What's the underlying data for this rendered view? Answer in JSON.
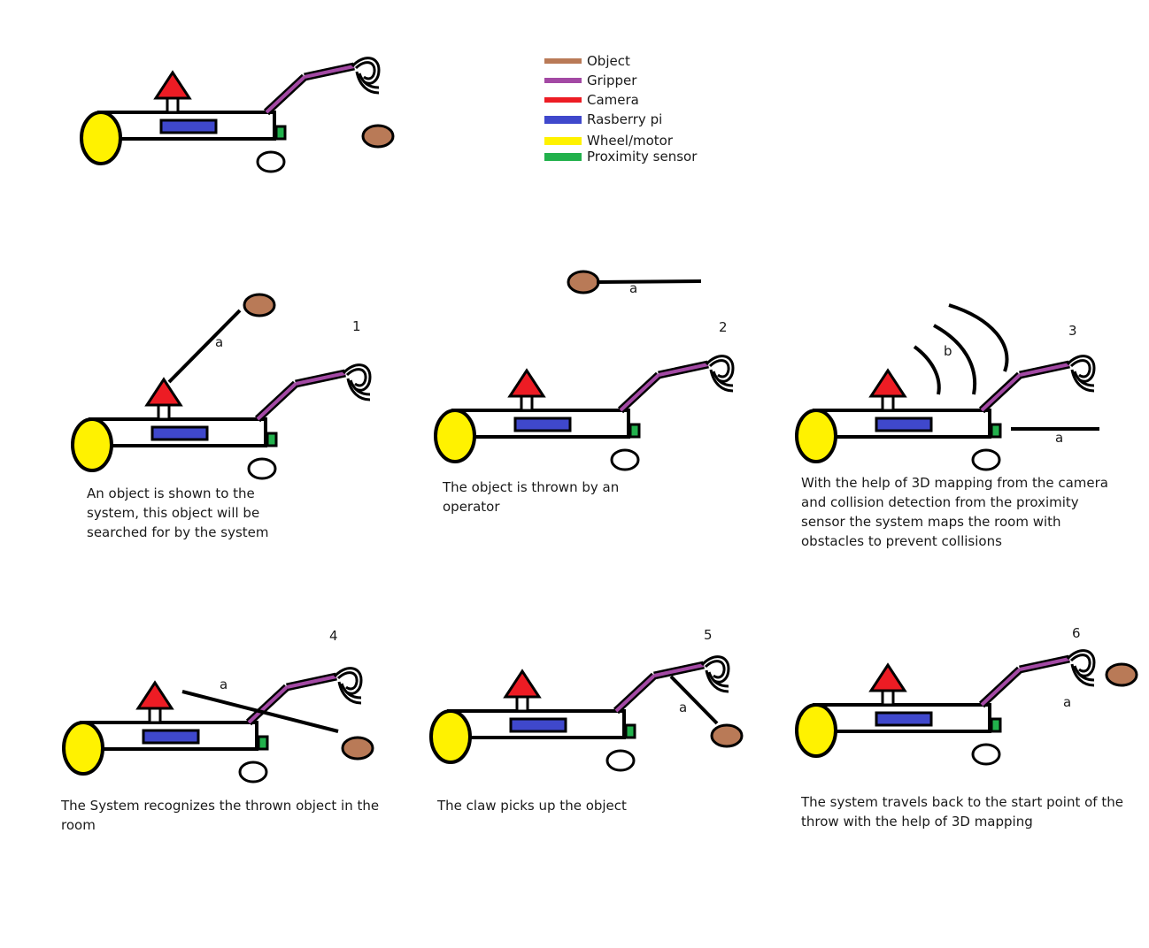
{
  "legend": [
    {
      "label": "Object",
      "color": "#b97a57"
    },
    {
      "label": "Gripper",
      "color": "#a349a4"
    },
    {
      "label": "Camera",
      "color": "#ed1c24"
    },
    {
      "label": "Rasberry pi",
      "color": "#3f48cc"
    },
    {
      "label": "Wheel/motor",
      "color": "#fff200"
    },
    {
      "label": "Proximity sensor",
      "color": "#22b14c"
    }
  ],
  "labels": {
    "a": "a",
    "b": "b"
  },
  "steps": [
    {
      "number": "1",
      "caption_lines": [
        "An object is shown to the",
        "system, this object will be",
        "searched for by the system"
      ]
    },
    {
      "number": "2",
      "caption_lines": [
        "The object is thrown by an",
        "operator"
      ]
    },
    {
      "number": "3",
      "caption_lines": [
        "With the help of 3D mapping from the camera",
        "and collision detection from the proximity",
        "sensor the system maps the room with",
        "obstacles to prevent collisions"
      ]
    },
    {
      "number": "4",
      "caption_lines": [
        "The System recognizes the thrown object in the",
        "room"
      ]
    },
    {
      "number": "5",
      "caption_lines": [
        "The claw picks up the object"
      ]
    },
    {
      "number": "6",
      "caption_lines": [
        "The system travels back to the start point of the",
        "throw  with the help of 3D mapping"
      ]
    }
  ]
}
